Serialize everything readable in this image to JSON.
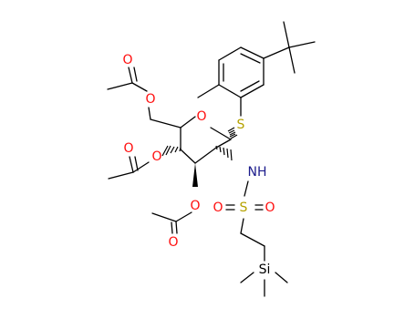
{
  "colors": {
    "bond": "#000000",
    "oxygen": "#ff0d0d",
    "nitrogen": "#1c1c8c",
    "sulfur": "#b5a200",
    "silicon": "#000000",
    "carbon": "#000000"
  },
  "atoms": {
    "o_ring": "O",
    "s_thio": "S",
    "nh": "NH",
    "s_sulfonyl": "S",
    "o_sulfonyl_left": "O",
    "o_sulfonyl_right": "O",
    "si": "Si",
    "o_c6_ester": "O",
    "o_c6_carbonyl": "O",
    "o_c4_ester": "O",
    "o_c4_carbonyl": "O",
    "o_c3_ester": "O",
    "o_c3_carbonyl": "O"
  }
}
